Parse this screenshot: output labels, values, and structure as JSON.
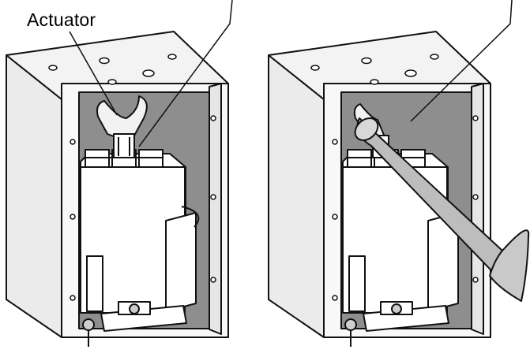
{
  "labels": {
    "actuator": "Actuator"
  },
  "colors": {
    "line": "#111111",
    "box_face": "#f2f2f2",
    "box_side": "#e3e3e3",
    "interior": "#8e8e8e",
    "part_white": "#ffffff",
    "rod_light": "#e8e8e8",
    "rod_dark": "#9a9a9a"
  },
  "figures": [
    {
      "name": "enclosure-with-actuator"
    },
    {
      "name": "enclosure-with-pipe-inserted"
    }
  ]
}
